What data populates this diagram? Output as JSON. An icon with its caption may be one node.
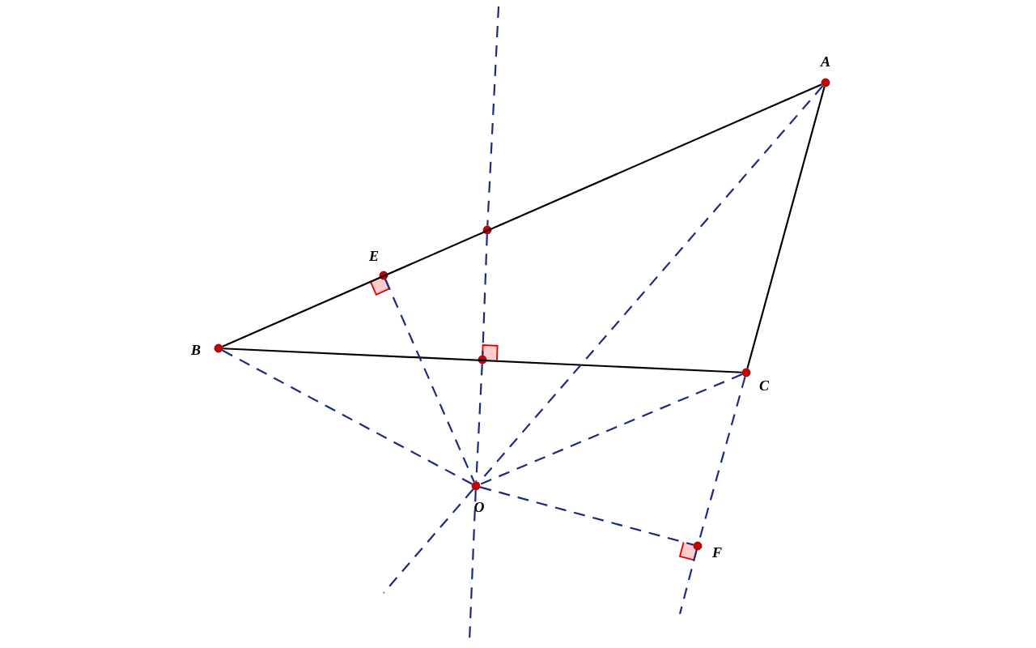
{
  "diagram": {
    "nodes": [
      {
        "text": [
          "A"
        ]
      },
      {
        "text": [
          "B"
        ]
      },
      {
        "text": [
          "C"
        ]
      },
      {
        "text": [
          "E"
        ]
      },
      {
        "text": [
          "F"
        ]
      },
      {
        "text": [
          "O"
        ]
      },
      {
        "text": [],
        "shape": "circle"
      },
      {
        "text": [],
        "shape": "circle"
      }
    ],
    "edges": [
      {
        "from": 0,
        "to": 1,
        "arrow": "none",
        "color": "#000000"
      },
      {
        "from": 1,
        "to": 2,
        "arrow": "none",
        "color": "#000000"
      },
      {
        "from": 0,
        "to": 2,
        "arrow": "none",
        "color": "#000000"
      },
      {
        "from": null,
        "to": 6,
        "arrow": "none",
        "style": "dashed",
        "color": "#1c2a80"
      },
      {
        "from": 6,
        "to": 7,
        "arrow": "none",
        "style": "dashed",
        "color": "#1c2a80"
      },
      {
        "from": 7,
        "to": 5,
        "arrow": "none",
        "style": "dashed",
        "color": "#1c2a80"
      },
      {
        "from": 5,
        "to": null,
        "arrow": "none",
        "style": "dashed",
        "color": "#1c2a80"
      },
      {
        "from": 0,
        "to": 5,
        "arrow": "none",
        "style": "dashed",
        "color": "#1c2a80"
      },
      {
        "from": 5,
        "to": null,
        "arrow": "none",
        "style": "dashed",
        "color": "#1c2a80"
      },
      {
        "from": 1,
        "to": 5,
        "arrow": "none",
        "style": "dashed",
        "color": "#1c2a80"
      },
      {
        "from": 3,
        "to": 5,
        "arrow": "none",
        "style": "dashed",
        "color": "#1c2a80"
      },
      {
        "from": 2,
        "to": 5,
        "arrow": "none",
        "style": "dashed",
        "color": "#1c2a80"
      },
      {
        "from": 5,
        "to": 4,
        "arrow": "none",
        "style": "dashed",
        "color": "#1c2a80"
      },
      {
        "from": 2,
        "to": 4,
        "arrow": "none",
        "style": "dashed",
        "color": "#1c2a80"
      },
      {
        "from": 4,
        "to": null,
        "arrow": "none",
        "style": "dashed",
        "color": "#1c2a80"
      }
    ]
  }
}
